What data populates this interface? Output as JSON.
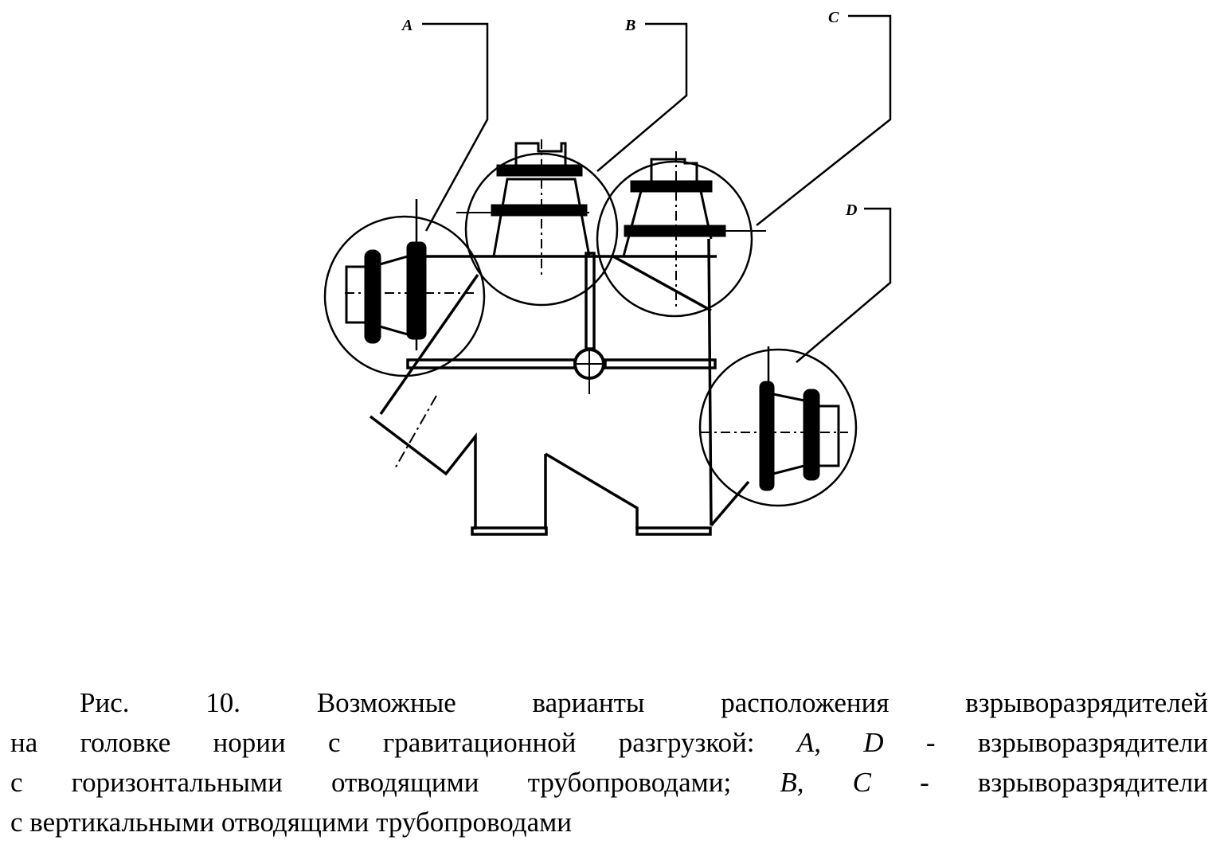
{
  "figure": {
    "labels": {
      "a": "A",
      "b": "B",
      "c": "C",
      "d": "D"
    }
  },
  "caption": {
    "line1": "Рис. 10. Возможные варианты расположения взрыворазрядителей",
    "line2_pre": "на головке нории с гравитационной разгрузкой:",
    "line2_italic": "A, D",
    "line2_post": "- взрыворазрядители",
    "line3_pre": "с горизонтальными отводящими трубопроводами;",
    "line3_italic": "B, C",
    "line3_post": "- взрыворазрядители",
    "line4": "с вертикальными отводящими трубопроводами"
  }
}
